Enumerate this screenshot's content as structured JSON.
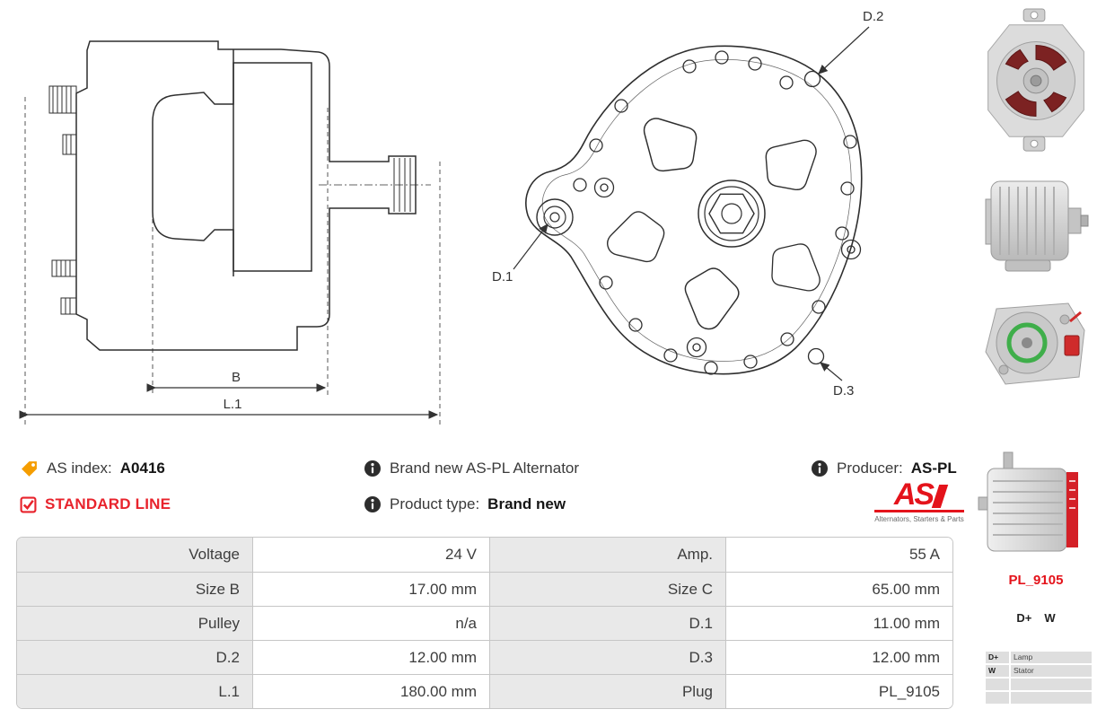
{
  "diagrams": {
    "side_view": {
      "dim_b_label": "B",
      "dim_l1_label": "L.1"
    },
    "front_view": {
      "d1_label": "D.1",
      "d2_label": "D.2",
      "d3_label": "D.3"
    }
  },
  "info": {
    "as_index": {
      "label": "AS index:",
      "value": "A0416"
    },
    "standard_line": "STANDARD LINE",
    "brand_new_text": "Brand new AS-PL Alternator",
    "product_type": {
      "label": "Product type:",
      "value": "Brand new"
    },
    "producer": {
      "label": "Producer:",
      "value": "AS-PL"
    },
    "logo": {
      "text": "AS",
      "tagline": "Alternators, Starters & Parts"
    }
  },
  "sidebar": {
    "plug_code": "PL_9105",
    "terminal_dplus": "D+",
    "terminal_w": "W",
    "legend": [
      {
        "term": "D+",
        "desc": "Lamp"
      },
      {
        "term": "W",
        "desc": "Stator"
      },
      {
        "term": "",
        "desc": ""
      },
      {
        "term": "",
        "desc": ""
      }
    ]
  },
  "spec_table": {
    "rows": [
      [
        "Voltage",
        "24 V",
        "Amp.",
        "55 A"
      ],
      [
        "Size B",
        "17.00 mm",
        "Size C",
        "65.00 mm"
      ],
      [
        "Pulley",
        "n/a",
        "D.1",
        "11.00 mm"
      ],
      [
        "D.2",
        "12.00 mm",
        "D.3",
        "12.00 mm"
      ],
      [
        "L.1",
        "180.00 mm",
        "Plug",
        "PL_9105"
      ]
    ]
  },
  "colors": {
    "accent_red": "#e4131b",
    "table_label_bg": "#e9e9e9",
    "table_border": "#c6c6c6",
    "text": "#3a3a3a",
    "tag_orange": "#f59d00"
  }
}
